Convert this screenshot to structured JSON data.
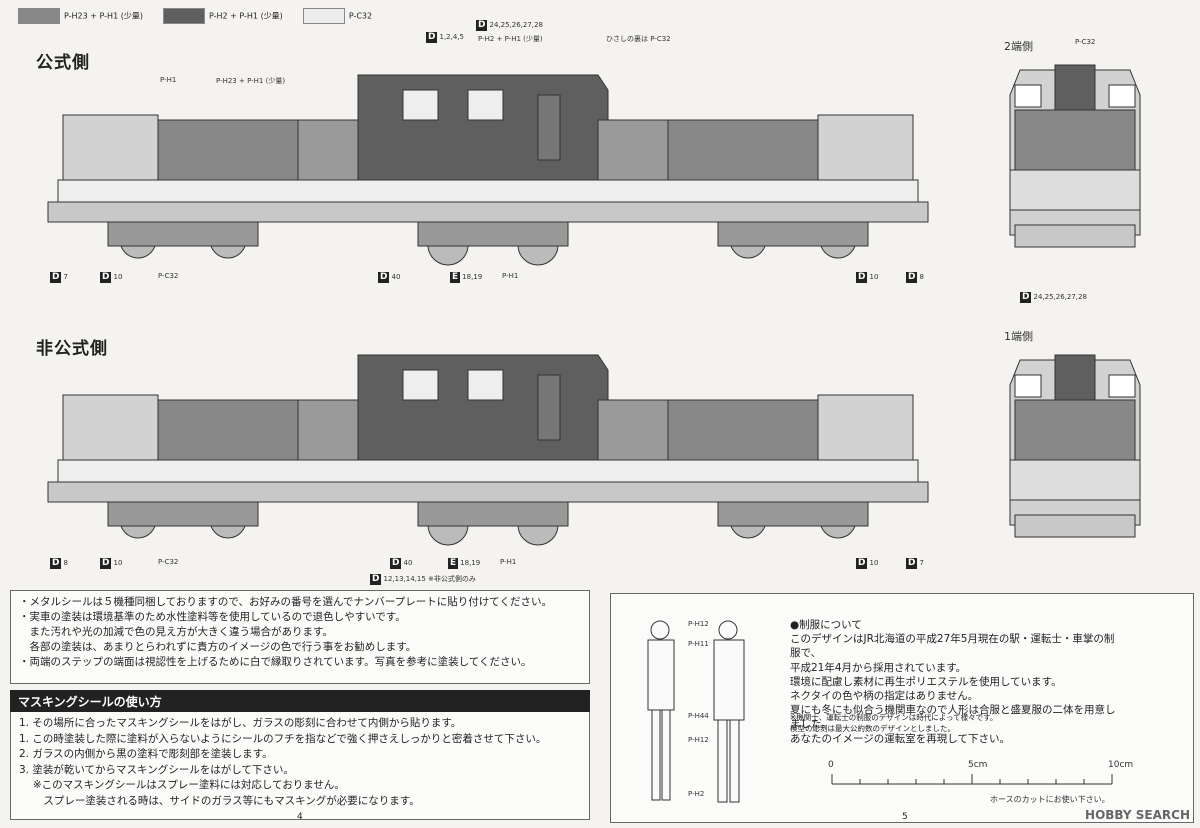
{
  "legend": [
    {
      "label": "P-H23 + P-H1 (少量)",
      "color": "#888888"
    },
    {
      "label": "P-H2 + P-H1 (少量)",
      "color": "#5f5f5f"
    },
    {
      "label": "P-C32",
      "color": "#ececec"
    }
  ],
  "upper": {
    "title": "公式側",
    "callouts": {
      "d_1245": "1,2,4,5",
      "d_242528": "24,25,26,27,28",
      "paint_dark": "P-H2 + P-H1 (少量)",
      "hisashi": "ひさしの裏は P-C32",
      "p_h1": "P-H1",
      "p_h23": "P-H23 + P-H1 (少量)",
      "pc32": "P-C32"
    },
    "bottom": {
      "d7": "7",
      "d10": "10",
      "pc32": "P-C32",
      "d40": "40",
      "e18": "18,19",
      "ph1": "P-H1",
      "d10b": "10",
      "d8": "8"
    }
  },
  "lower": {
    "title": "非公式側",
    "bottom": {
      "d8": "8",
      "d10": "10",
      "pc32": "P-C32",
      "d40": "40",
      "e18": "18,19",
      "ph1": "P-H1",
      "d10b": "10",
      "d7": "7",
      "d1215": "12,13,14,15 ※非公式側のみ"
    }
  },
  "ends": {
    "end2": "2端側",
    "end1": "1端側",
    "d_end": "24,25,26,27,28",
    "pc32": "P-C32"
  },
  "tags": {
    "d": "D",
    "e": "E"
  },
  "notes": [
    "・メタルシールは５機種同梱しておりますので、お好みの番号を選んでナンバープレートに貼り付けてください。",
    "・実車の塗装は環境基準のため水性塗料等を使用しているので退色しやすいです。",
    "　また汚れや光の加減で色の見え方が大きく違う場合があります。",
    "　各部の塗装は、あまりとらわれずに貴方のイメージの色で行う事をお勧めします。",
    "・両端のステップの端面は視認性を上げるために白で縁取りされています。写真を参考に塗装してください。"
  ],
  "masking": {
    "heading": "マスキングシールの使い方",
    "items": [
      "1. その場所に合ったマスキングシールをはがし、ガラスの彫刻に合わせて内側から貼ります。",
      "1. この時塗装した際に塗料が入らないようにシールのフチを指などで強く押さえしっかりと密着させて下さい。",
      "2. ガラスの内側から黒の塗料で彫刻部を塗装します。",
      "3. 塗装が乾いてからマスキングシールをはがして下さい。",
      "　 ※このマスキングシールはスプレー塗料には対応しておりません。",
      "　　 スプレー塗装される時は、サイドのガラス等にもマスキングが必要になります。"
    ]
  },
  "uniform": {
    "heading": "●制服について",
    "lines": [
      "このデザインはJR北海道の平成27年5月現在の駅・運転士・車掌の制服で、",
      "平成21年4月から採用されています。",
      "環境に配慮し素材に再生ポリエステルを使用しています。",
      "ネクタイの色や柄の指定はありません。",
      "夏にも冬にも似合う機関車なので人形は合服と盛夏服の二体を用意しました。",
      "あなたのイメージの運転室を再現して下さい。"
    ],
    "small": [
      "※機関士、運転士の制服のデザインは時代によって様々です。",
      "模型の彫刻は最大公約数のデザインとしました。"
    ],
    "figure_labels": [
      "P-H12",
      "P-H11",
      "P-H44",
      "P-H12",
      "P-H2"
    ],
    "scale": {
      "s0": "0",
      "s5": "5cm",
      "s10": "10cm"
    },
    "hose": "ホースのカットにお使い下さい。"
  },
  "pages": {
    "left": "4",
    "right": "5"
  },
  "watermark": "HOBBY SEARCH"
}
